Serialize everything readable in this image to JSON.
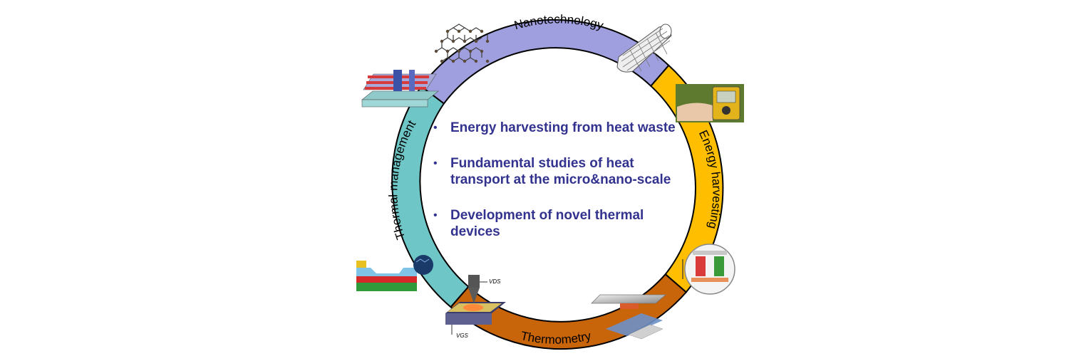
{
  "segments": [
    {
      "label": "Nanotechnology",
      "color": "#9f9fdf"
    },
    {
      "label": "Energy harvesting",
      "color": "#ffbf00"
    },
    {
      "label": "Thermometry",
      "color": "#c8640a"
    },
    {
      "label": "Thermal management",
      "color": "#6fc6c6"
    }
  ],
  "bullets": [
    "Energy harvesting from heat waste",
    "Fundamental studies of heat transport at the micro&nano-scale",
    "Development of novel thermal devices"
  ],
  "bullet_glyph": "•",
  "image_labels": {
    "vds": "VDS",
    "vgs": "VGS"
  }
}
